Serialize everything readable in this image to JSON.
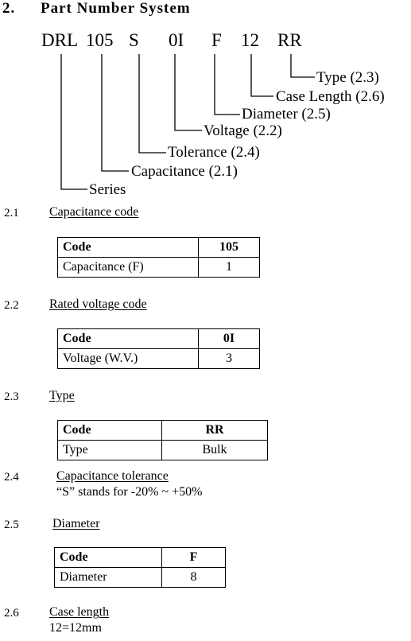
{
  "heading": {
    "number": "2.",
    "title": "Part Number System"
  },
  "part_number": {
    "segments": [
      "DRL",
      "105",
      "S",
      "0I",
      "F",
      "12",
      "RR"
    ],
    "labels": {
      "type": "Type (2.3)",
      "case_length": "Case Length (2.6)",
      "diameter": "Diameter (2.5)",
      "voltage": "Voltage (2.2)",
      "tolerance": "Tolerance (2.4)",
      "capacitance": "Capacitance (2.1)",
      "series": "Series"
    }
  },
  "sections": {
    "s21": {
      "number": "2.1",
      "title": "Capacitance code",
      "table": [
        [
          "Code",
          "105"
        ],
        [
          "Capacitance  (F)",
          "1"
        ]
      ]
    },
    "s22": {
      "number": "2.2",
      "title": "Rated voltage code",
      "table": [
        [
          "Code",
          "0I"
        ],
        [
          "Voltage (W.V.)",
          "3"
        ]
      ]
    },
    "s23": {
      "number": "2.3",
      "title": "Type",
      "table": [
        [
          "Code",
          "RR"
        ],
        [
          "Type",
          "Bulk"
        ]
      ]
    },
    "s24": {
      "number": "2.4",
      "title": "Capacitance tolerance",
      "text": "“S” stands for -20% ~ +50%"
    },
    "s25": {
      "number": "2.5",
      "title": "Diameter",
      "table": [
        [
          "Code",
          "F"
        ],
        [
          "Diameter",
          "8"
        ]
      ]
    },
    "s26": {
      "number": "2.6",
      "title": "Case length",
      "text": "12=12mm"
    }
  }
}
